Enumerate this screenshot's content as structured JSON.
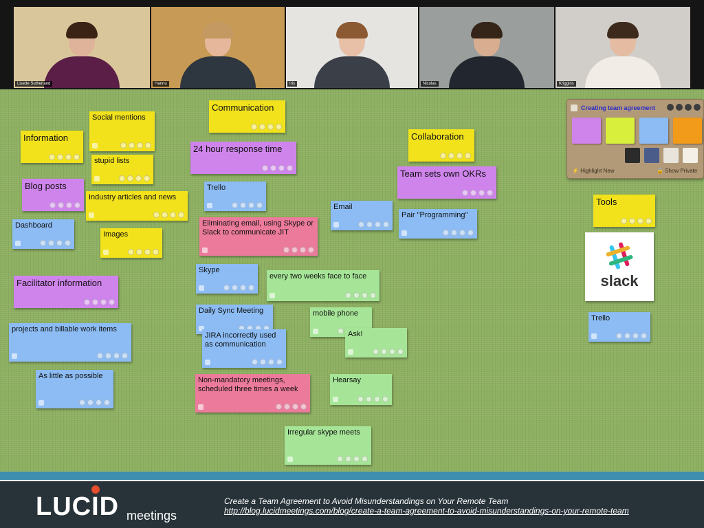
{
  "participants": [
    {
      "name": "Lisette Sutherland",
      "bg": "#d9c79b",
      "hair": "#3a2314",
      "torso": "#5a1e47",
      "skin": "#dfb39a"
    },
    {
      "name": "Hannu",
      "bg": "#c79a55",
      "hair": "#c49a62",
      "torso": "#2e3640",
      "skin": "#e6b79a"
    },
    {
      "name": "Iris",
      "bg": "#e5e4e1",
      "hair": "#8b5a32",
      "torso": "#3b3f48",
      "skin": "#e8c0a8"
    },
    {
      "name": "Nicolas",
      "bg": "#9a9e9c",
      "hair": "#352418",
      "torso": "#22262e",
      "skin": "#d9ad90"
    },
    {
      "name": "Kriggins",
      "bg": "#d1cec9",
      "hair": "#3e2a1c",
      "torso": "#f2ece6",
      "skin": "#e5bca2"
    }
  ],
  "palette": {
    "title": "Creating team agreement",
    "highlight_new": "Highlight New",
    "show_private": "Show Private",
    "swatches": [
      "#cf84ec",
      "#d8ef3c",
      "#8cbcf3",
      "#f29a1a"
    ]
  },
  "notes": {
    "social_mentions": "Social mentions",
    "communication": "Communication",
    "information": "Information",
    "stupid_lists": "stupid lists",
    "hour_response": "24 hour response time",
    "collaboration": "Collaboration",
    "blog_posts": "Blog posts",
    "trello_1": "Trello",
    "team_okrs": "Team sets own OKRs",
    "industry_articles": "Industry articles and news",
    "email": "Email",
    "tools": "Tools",
    "dashboard": "Dashboard",
    "eliminating_email": "Eliminating email, using Skype or Slack to communicate JIT",
    "pair_programming": "Pair \"Programming\"",
    "images": "Images",
    "skype": "Skype",
    "two_weeks": "every two weeks face to face",
    "facilitator_info": "Facilitator information",
    "daily_sync": "Daily Sync Meeting",
    "mobile_phone": "mobile phone",
    "trello_2": "Trello",
    "projects_billable": "projects and billable work items",
    "jira": "JIRA incorrectly used as communication",
    "ask": "Ask!",
    "as_little": "As little as possible",
    "non_mandatory": "Non-mandatory meetings, scheduled three times a week",
    "hearsay": "Hearsay",
    "irregular_skype": "Irregular skype meets"
  },
  "slack": {
    "wordmark": "slack"
  },
  "footer": {
    "logo": "LUCID",
    "sub": "meetings",
    "caption": "Create a Team Agreement to Avoid Misunderstandings on Your Remote Team",
    "url": "http://blog.lucidmeetings.com/blog/create-a-team-agreement-to-avoid-misunderstandings-on-your-remote-team"
  }
}
